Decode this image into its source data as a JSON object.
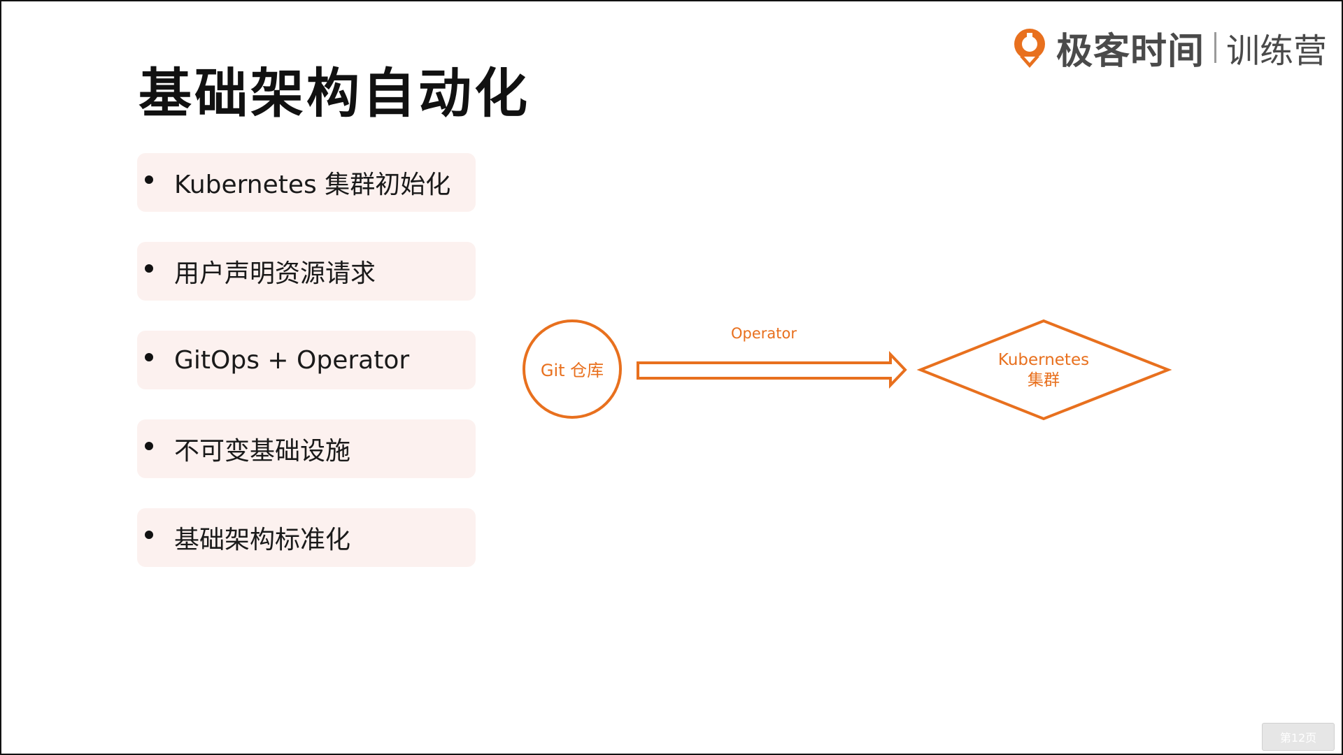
{
  "slide": {
    "title": "基础架构自动化",
    "page_indicator": "第12页"
  },
  "brand": {
    "name": "极客时间",
    "sub": "训练营",
    "accent_color": "#e8701e",
    "icon": "geektime-logo-icon"
  },
  "bullets": [
    "Kubernetes 集群初始化",
    "用户声明资源请求",
    "GitOps + Operator",
    "不可变基础设施",
    "基础架构标准化"
  ],
  "diagram": {
    "stroke_color": "#e8701e",
    "source_label": "Git 仓库",
    "arrow_label": "Operator",
    "target_line1": "Kubernetes",
    "target_line2": "集群"
  }
}
